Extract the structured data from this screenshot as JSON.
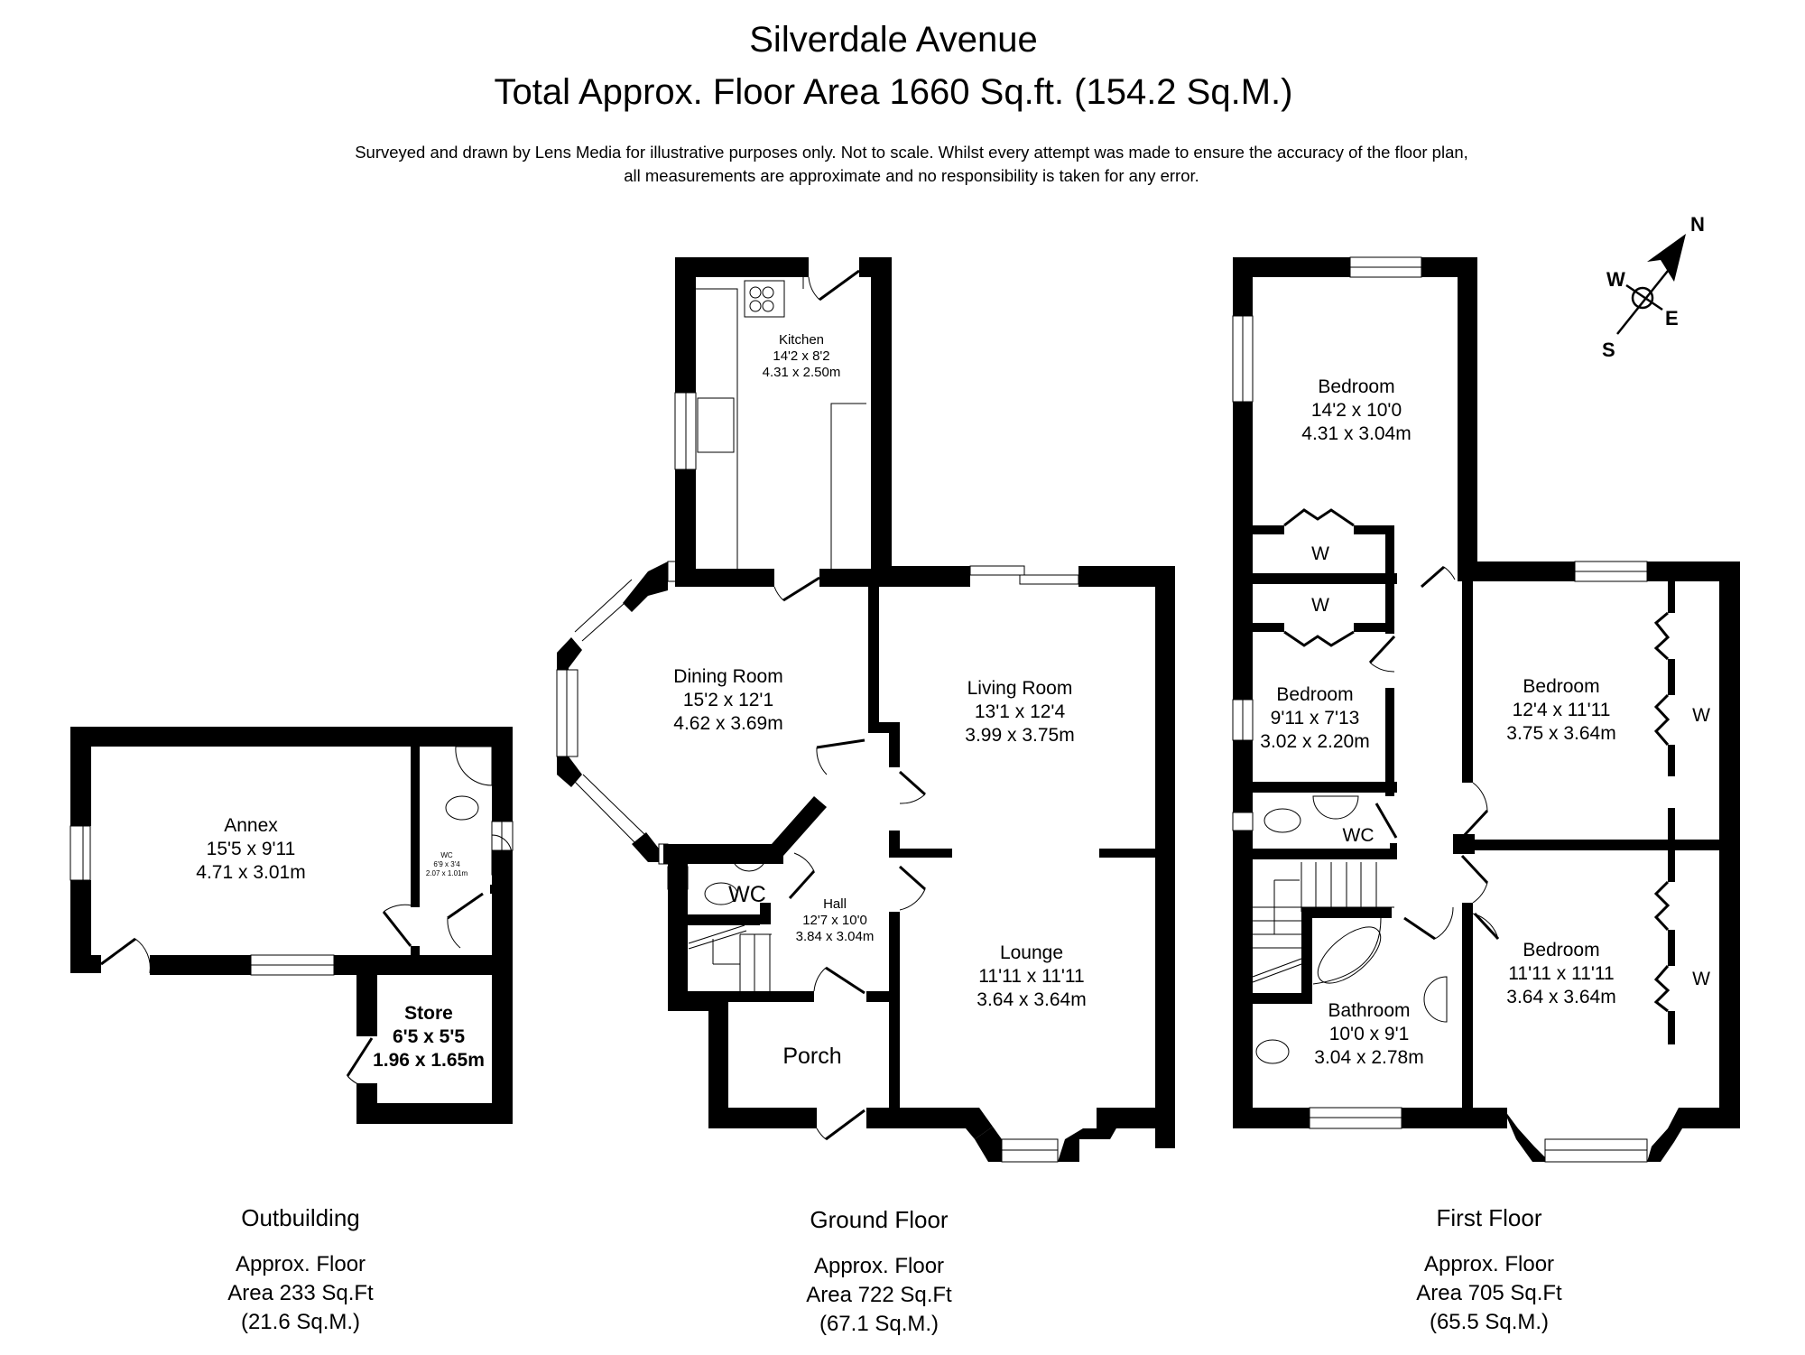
{
  "header": {
    "title": "Silverdale Avenue",
    "subtitle": "Total Approx. Floor Area 1660 Sq.ft. (154.2 Sq.M.)",
    "disclaimer_line1": "Surveyed and drawn by Lens Media for illustrative purposes only. Not to scale. Whilst every attempt was made to ensure the accuracy of the floor plan,",
    "disclaimer_line2": "all measurements are approximate and no responsibility is taken for any error."
  },
  "compass": {
    "n": "N",
    "e": "E",
    "s": "S",
    "w": "W"
  },
  "outbuilding": {
    "rooms": [
      {
        "name": "Annex",
        "imperial": "15'5 x 9'11",
        "metric": "4.71 x 3.01m"
      },
      {
        "name": "WC",
        "imperial": "6'9 x 3'4",
        "metric": "2.07 x 1.01m"
      },
      {
        "name": "Store",
        "imperial": "6'5 x 5'5",
        "metric": "1.96 x 1.65m"
      }
    ],
    "caption": {
      "title": "Outbuilding",
      "line1": "Approx. Floor",
      "line2": "Area 233 Sq.Ft",
      "line3": "(21.6 Sq.M.)"
    }
  },
  "ground_floor": {
    "rooms": [
      {
        "name": "Kitchen",
        "imperial": "14'2 x 8'2",
        "metric": "4.31 x 2.50m"
      },
      {
        "name": "Dining Room",
        "imperial": "15'2 x 12'1",
        "metric": "4.62 x 3.69m"
      },
      {
        "name": "Living Room",
        "imperial": "13'1 x 12'4",
        "metric": "3.99 x 3.75m"
      },
      {
        "name": "Hall",
        "imperial": "12'7 x 10'0",
        "metric": "3.84 x 3.04m"
      },
      {
        "name": "Lounge",
        "imperial": "11'11 x 11'11",
        "metric": "3.64 x 3.64m"
      },
      {
        "name": "Porch"
      },
      {
        "name": "WC"
      }
    ],
    "caption": {
      "title": "Ground Floor",
      "line1": "Approx. Floor",
      "line2": "Area 722 Sq.Ft",
      "line3": "(67.1 Sq.M.)"
    }
  },
  "first_floor": {
    "rooms": [
      {
        "name": "Bedroom",
        "imperial": "14'2 x 10'0",
        "metric": "4.31 x 3.04m"
      },
      {
        "name": "Bedroom",
        "imperial": "9'11 x 7'13",
        "metric": "3.02 x 2.20m"
      },
      {
        "name": "Bedroom",
        "imperial": "12'4 x 11'11",
        "metric": "3.75 x 3.64m"
      },
      {
        "name": "Bedroom",
        "imperial": "11'11 x 11'11",
        "metric": "3.64 x 3.64m"
      },
      {
        "name": "Bathroom",
        "imperial": "10'0 x 9'1",
        "metric": "3.04 x 2.78m"
      },
      {
        "name": "WC"
      }
    ],
    "wardrobes": [
      "W",
      "W",
      "W",
      "W"
    ],
    "caption": {
      "title": "First Floor",
      "line1": "Approx. Floor",
      "line2": "Area 705 Sq.Ft",
      "line3": "(65.5 Sq.M.)"
    }
  }
}
